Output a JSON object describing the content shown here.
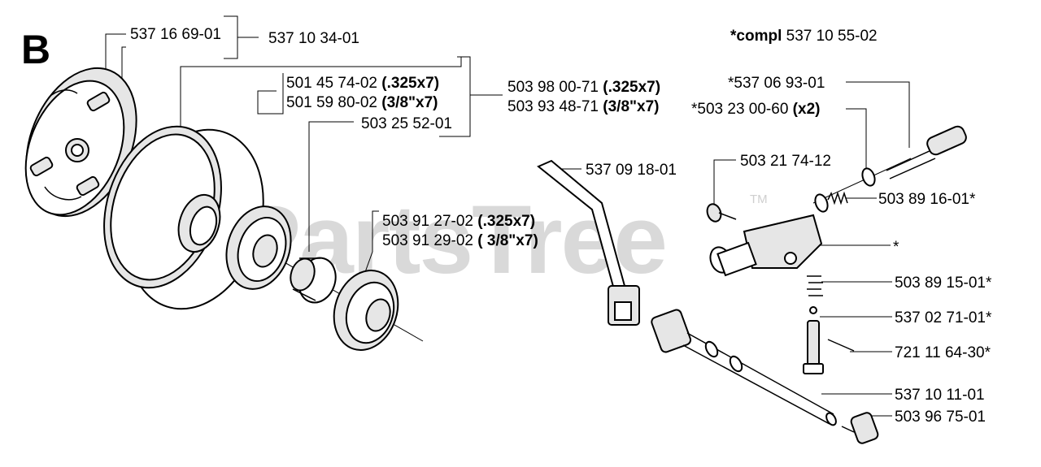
{
  "section_letter": "B",
  "watermark": {
    "text": "PartsTree",
    "tm": "TM"
  },
  "compl": {
    "prefix": "*compl",
    "number": "537 10 55-02"
  },
  "labels": {
    "p537166901": {
      "num": "537 16 69-01",
      "sfx": ""
    },
    "p537103401": {
      "num": "537 10 34-01",
      "sfx": ""
    },
    "p501457402": {
      "num": "501 45 74-02",
      "sfx": "(.325x7)"
    },
    "p501598002": {
      "num": "501 59 80-02",
      "sfx": "(3/8\"x7)"
    },
    "p503252501": {
      "num": "503 25 52-01",
      "sfx": ""
    },
    "p503980071": {
      "num": "503 98 00-71",
      "sfx": "(.325x7)"
    },
    "p503934871": {
      "num": "503 93 48-71",
      "sfx": "(3/8\"x7)"
    },
    "p503912702": {
      "num": "503 91 27-02",
      "sfx": "(.325x7)"
    },
    "p503912902": {
      "num": "503 91 29-02",
      "sfx": "( 3/8\"x7)"
    },
    "p537091801": {
      "num": "537 09 18-01",
      "sfx": ""
    },
    "p503217412": {
      "num": "503 21 74-12",
      "sfx": ""
    },
    "p537069301": {
      "num": "*537 06 93-01",
      "sfx": ""
    },
    "p503230060": {
      "num": "*503 23 00-60",
      "sfx": "(x2)"
    },
    "p503891601": {
      "num": "503 89 16-01*",
      "sfx": ""
    },
    "star": {
      "num": "*",
      "sfx": ""
    },
    "p503891501": {
      "num": "503 89 15-01*",
      "sfx": ""
    },
    "p537027101": {
      "num": "537 02 71-01*",
      "sfx": ""
    },
    "p721116430": {
      "num": "721 11 64-30*",
      "sfx": ""
    },
    "p537101101": {
      "num": "537 10 11-01",
      "sfx": ""
    },
    "p503967501": {
      "num": "503 96 75-01",
      "sfx": ""
    }
  }
}
